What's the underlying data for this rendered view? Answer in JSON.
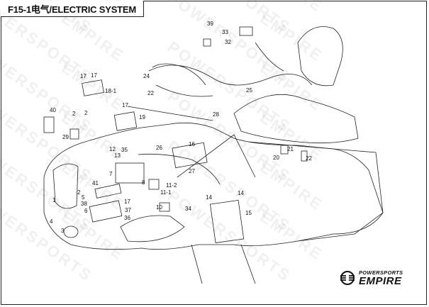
{
  "header": {
    "title": "F15-1电气/ELECTRIC SYSTEM"
  },
  "watermark": {
    "text": "POWERSPORTS EMPIRE"
  },
  "brand": {
    "line1": "POWERSPORTS",
    "line2": "EMPIRE",
    "logo_icon": "empire-wing-logo"
  },
  "callouts": [
    "39",
    "33",
    "32",
    "24",
    "17",
    "17",
    "18-1",
    "22",
    "40",
    "2",
    "2",
    "17",
    "29",
    "19",
    "25",
    "28",
    "12",
    "13",
    "35",
    "26",
    "16",
    "27",
    "7",
    "21",
    "20",
    "22",
    "41",
    "8",
    "11-2",
    "11-1",
    "10",
    "34",
    "14",
    "14",
    "15",
    "1",
    "2",
    "3",
    "4",
    "5",
    "6",
    "17",
    "37",
    "36",
    "38"
  ],
  "colors": {
    "line": "#222222",
    "accent": "#111111"
  }
}
